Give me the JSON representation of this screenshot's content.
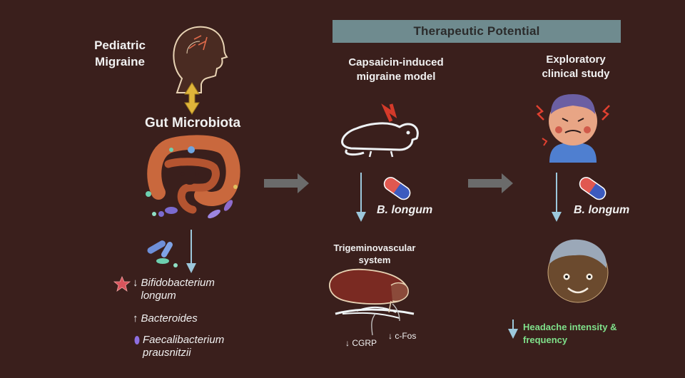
{
  "banner": "Therapeutic Potential",
  "left": {
    "condition": "Pediatric\nMigraine",
    "microbiota": "Gut Microbiota",
    "changes": [
      {
        "arrow": "↓",
        "name": "Bifidobacterium\nlongum"
      },
      {
        "arrow": "↑",
        "name": "Bacteroides"
      },
      {
        "arrow": "",
        "name": "Faecalibacterium\nprausnitzii"
      }
    ]
  },
  "middle": {
    "title": "Capsaicin-induced\nmigraine model",
    "treatment": "B. longum",
    "system": "Trigeminovascular\nsystem",
    "markers": [
      "↓ CGRP",
      "↓ c-Fos"
    ]
  },
  "right": {
    "title": "Exploratory\nclinical study",
    "treatment": "B. longum",
    "outcome_arrow": "↓",
    "outcome": "Headache intensity &\nfrequency"
  },
  "colors": {
    "background": "#3a1f1c",
    "banner": "#6f8b8f",
    "arrow": "#9cc8dc",
    "flow_arrow": "#6b6b6b",
    "outcome_text": "#7fe08a",
    "intestine": "#c9683d",
    "brain": "#7a2a22",
    "double_arrow": "#e0b53a",
    "star": "#d9545c"
  },
  "icons": [
    "child-head-icon",
    "intestine-icon",
    "mouse-icon",
    "capsule-icon",
    "brain-icon",
    "distressed-child-icon",
    "happy-child-icon",
    "star-icon"
  ]
}
